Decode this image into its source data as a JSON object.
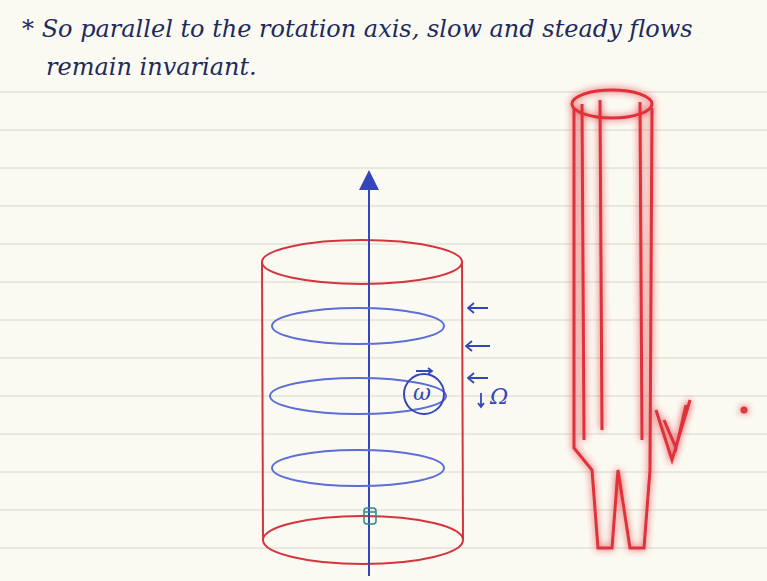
{
  "diagram": {
    "labels": [
      "* So parallel to the rotation axis, slow and steady flows remain invariant.",
      "ω",
      "Ω"
    ]
  }
}
